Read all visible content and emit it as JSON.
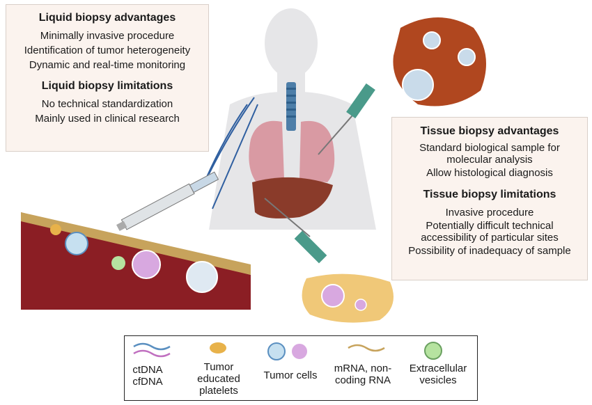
{
  "left_box": {
    "advantages_title": "Liquid biopsy advantages",
    "advantages": [
      "Minimally invasive procedure",
      "Identification of tumor heterogeneity",
      "Dynamic and real-time monitoring"
    ],
    "limitations_title": "Liquid biopsy limitations",
    "limitations": [
      "No technical standardization",
      "Mainly used in clinical research"
    ]
  },
  "right_box": {
    "advantages_title": "Tissue biopsy advantages",
    "advantages": [
      "Standard biological sample for molecular analysis",
      "Allow histological diagnosis"
    ],
    "limitations_title": "Tissue biopsy limitations",
    "limitations": [
      "Invasive procedure",
      "Potentially difficult technical accessibility of particular sites",
      "Possibility of inadequacy of sample"
    ]
  },
  "legend": {
    "ctdna": "ctDNA",
    "cfdna": "cfDNA",
    "platelets": "Tumor educated platelets",
    "tumor_cells": "Tumor cells",
    "rna": "mRNA, non-coding RNA",
    "vesicles": "Extracellular vesicles"
  },
  "colors": {
    "box_bg": "#fbf3ee",
    "blood": "#8b1e24",
    "tumor": "#b0471f",
    "syringe": "#4a9a8a",
    "lung": "#d99aa3",
    "liver": "#8a3b2a"
  }
}
